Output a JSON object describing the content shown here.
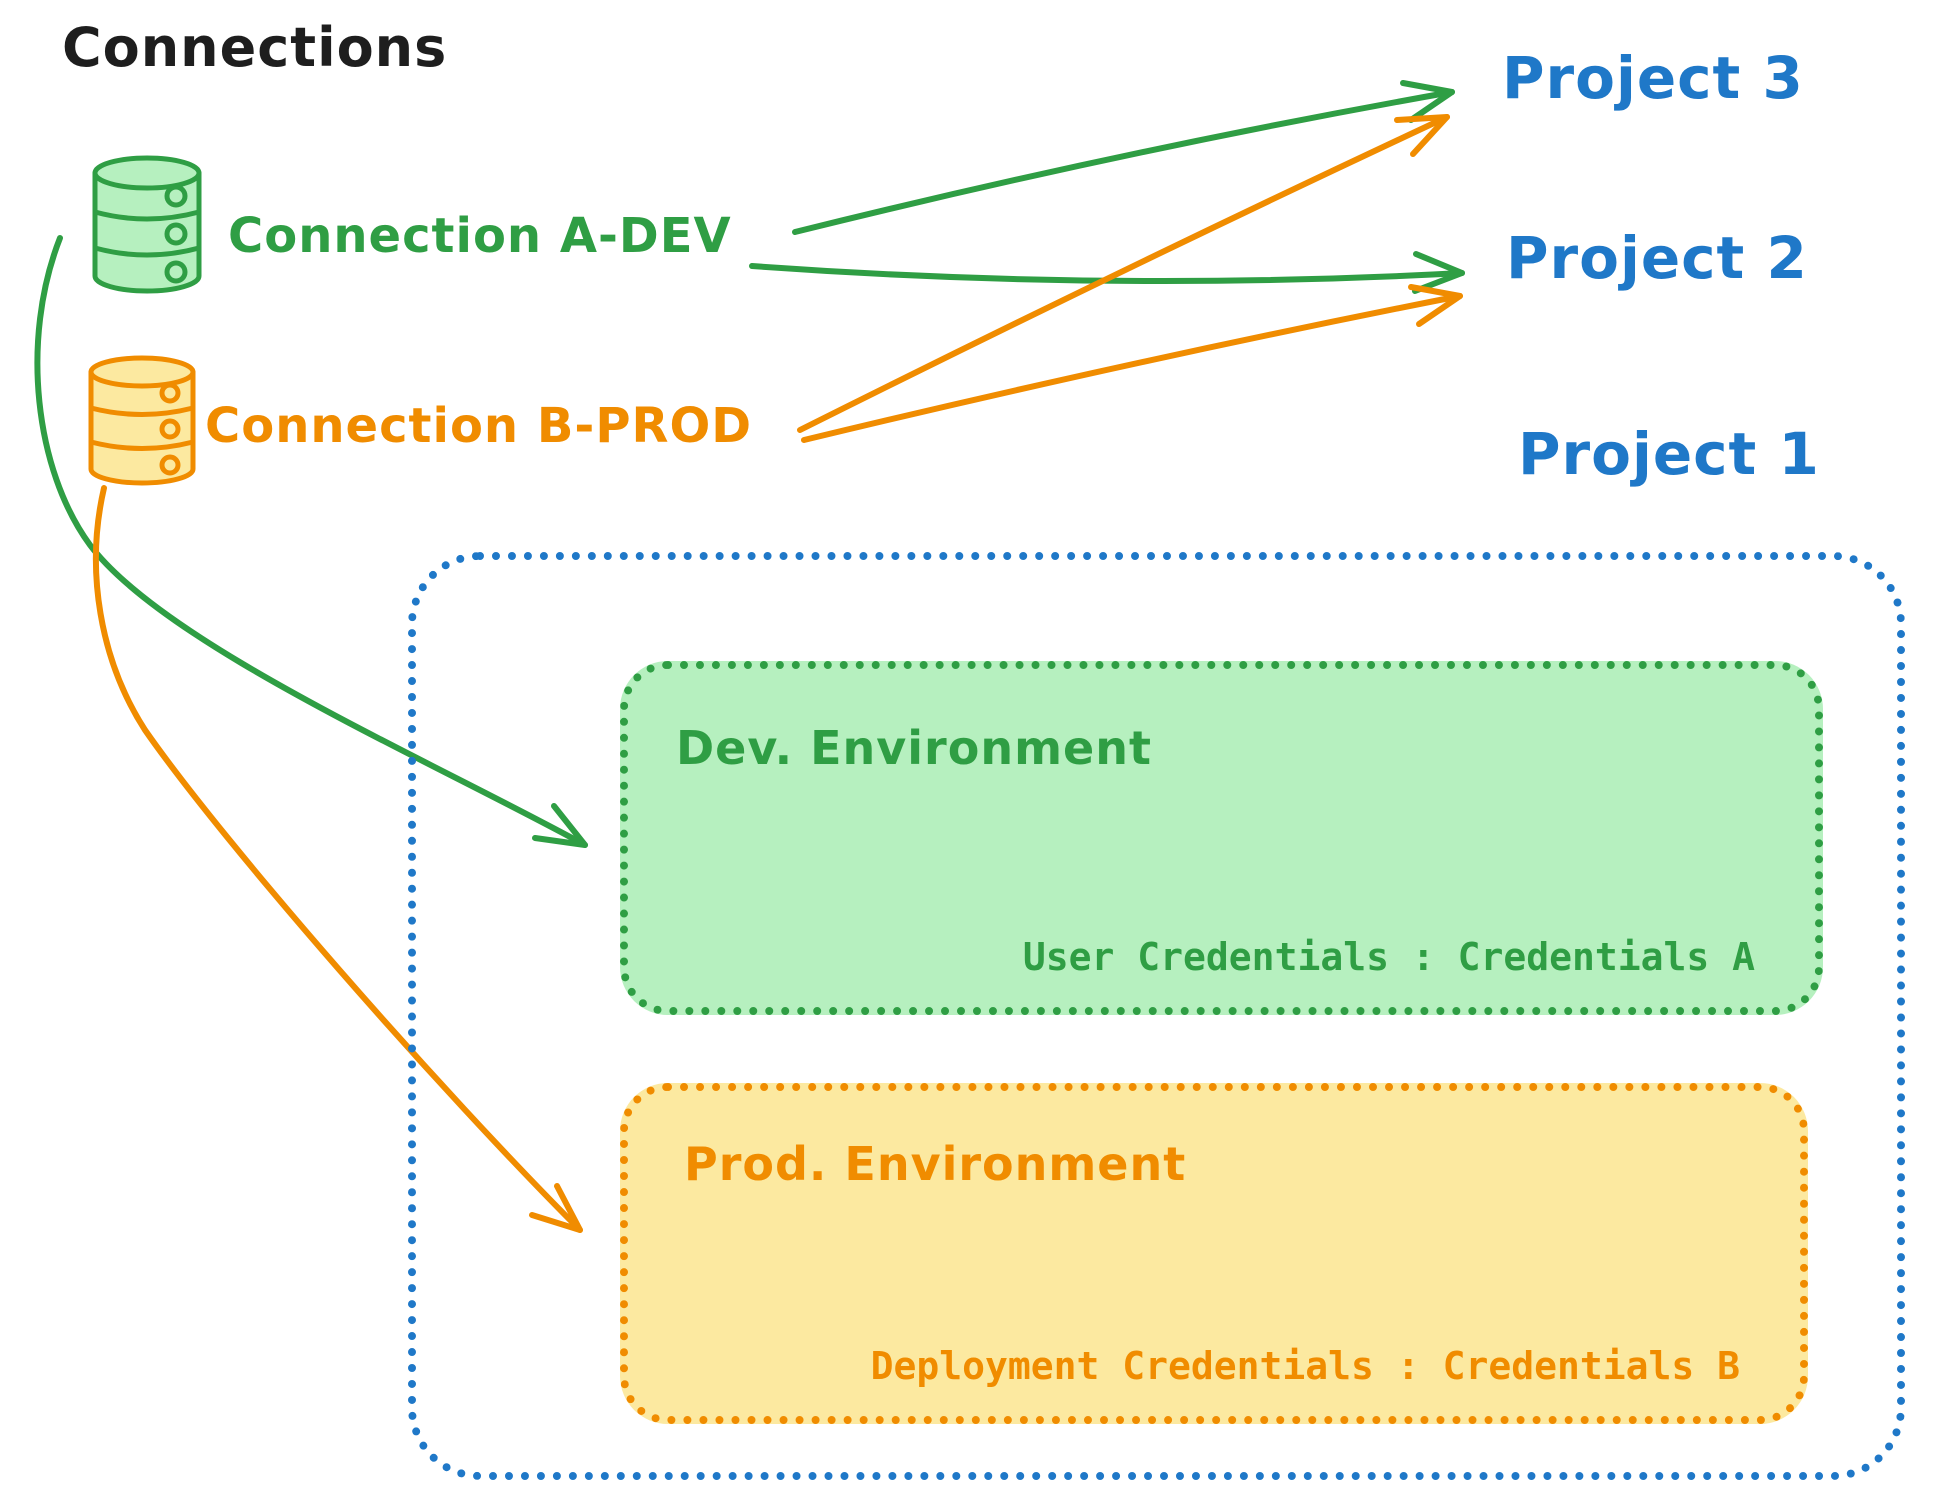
{
  "title": "Connections",
  "connections": [
    {
      "label": "Connection A-DEV",
      "icon": "database-icon",
      "color": "#2f9e44"
    },
    {
      "label": "Connection B-PROD",
      "icon": "database-icon",
      "color": "#f08c00"
    }
  ],
  "projects": [
    {
      "label": "Project 3"
    },
    {
      "label": "Project 2"
    },
    {
      "label": "Project 1"
    }
  ],
  "project1": {
    "environments": [
      {
        "name": "Dev. Environment",
        "credentials": "User Credentials : Credentials A"
      },
      {
        "name": "Prod. Environment",
        "credentials": "Deployment Credentials : Credentials B"
      }
    ]
  },
  "arrows": [
    {
      "from": "Connection A-DEV",
      "to": "Project 3"
    },
    {
      "from": "Connection A-DEV",
      "to": "Project 2"
    },
    {
      "from": "Connection B-PROD",
      "to": "Project 3"
    },
    {
      "from": "Connection B-PROD",
      "to": "Project 2"
    },
    {
      "from": "Connection A-DEV",
      "to": "Dev. Environment"
    },
    {
      "from": "Connection B-PROD",
      "to": "Prod. Environment"
    }
  ],
  "colors": {
    "green": "#2f9e44",
    "green_fill": "#b6f0bf",
    "orange": "#f08c00",
    "orange_fill": "#fce9a0",
    "blue": "#1f78c8",
    "ink": "#1e1e1e"
  }
}
